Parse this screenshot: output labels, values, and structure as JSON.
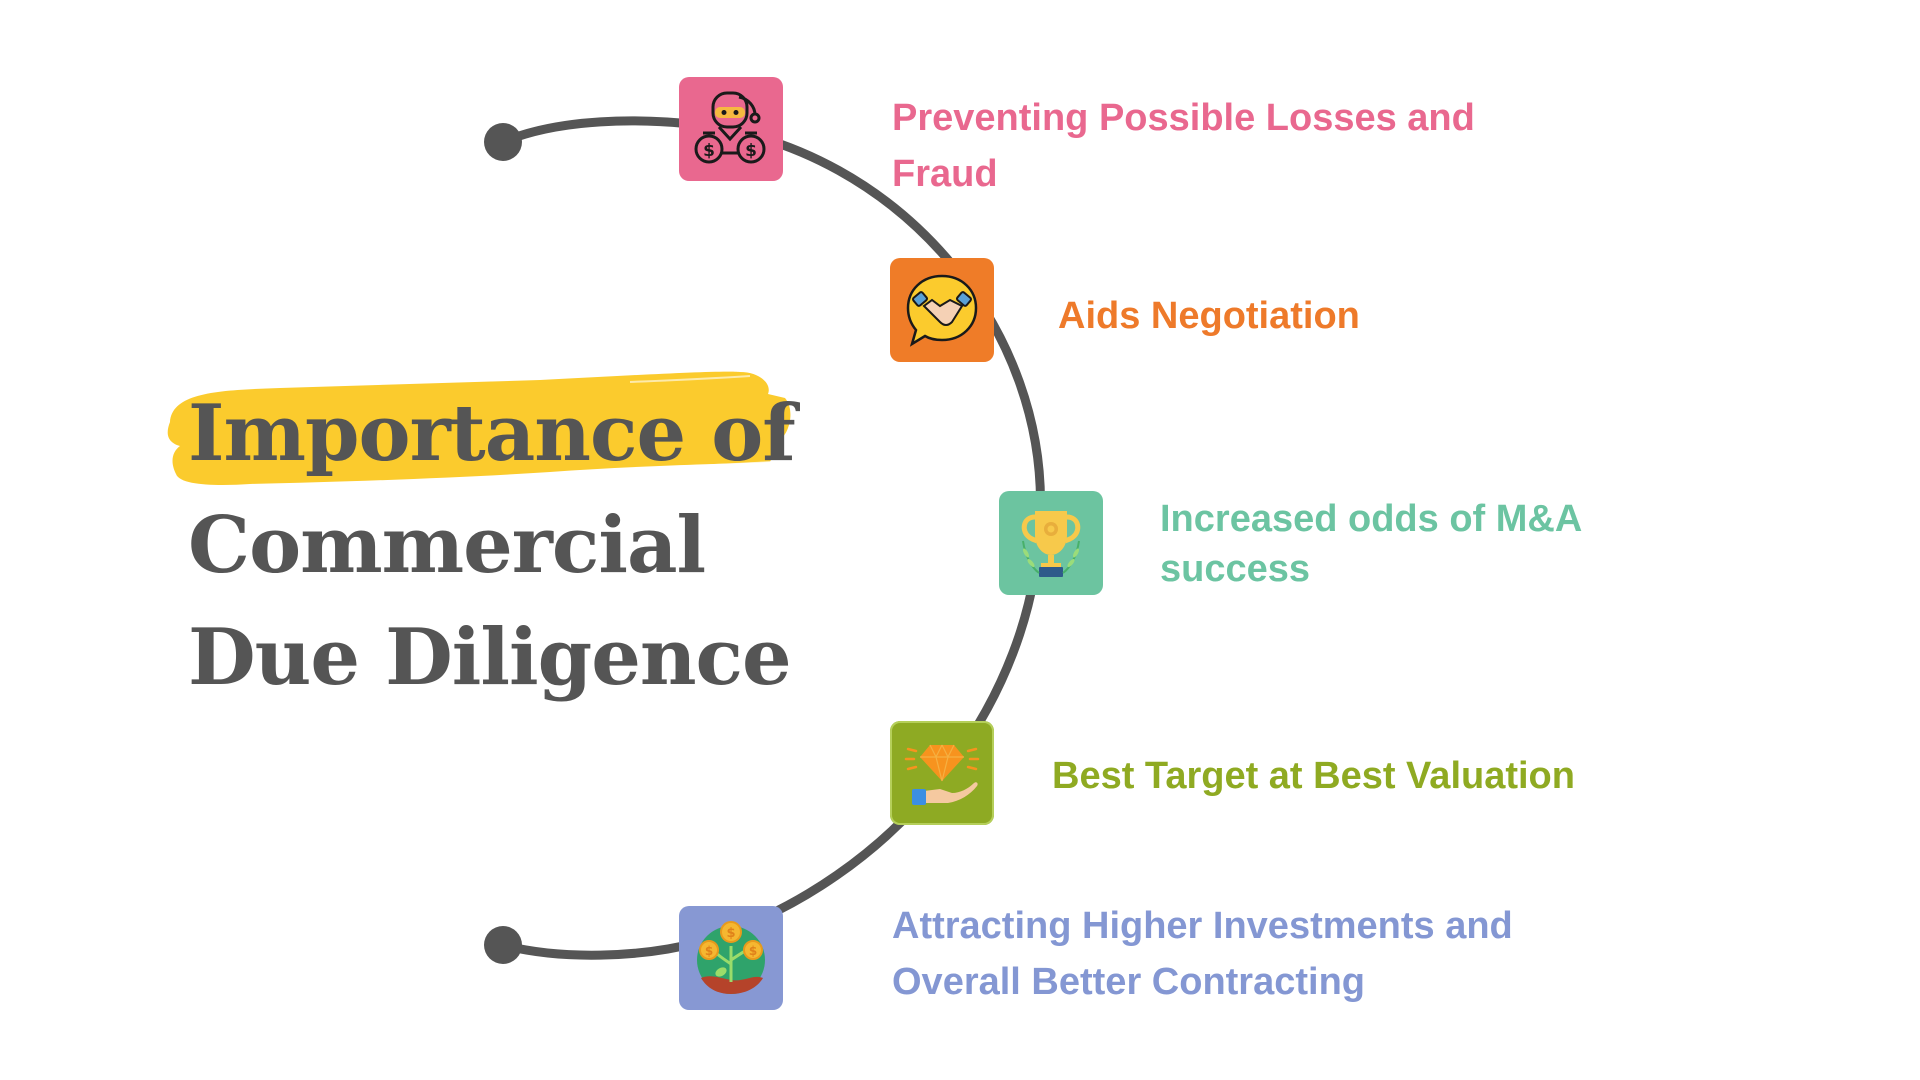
{
  "title": {
    "line1": "Importance of",
    "line2": "Commercial",
    "line3": "Due Diligence",
    "text_color": "#555555",
    "highlight_color": "#FBCB2D"
  },
  "arc": {
    "color": "#555555"
  },
  "items": [
    {
      "label_line1": "Preventing Possible Losses and",
      "label_line2": "Fraud",
      "color": "#E9688F",
      "box_color": "#E9688F",
      "icon": "thief-money-bags-icon"
    },
    {
      "label_line1": "Aids Negotiation",
      "label_line2": "",
      "color": "#EE7A2A",
      "box_color": "#EF7C28",
      "icon": "handshake-speech-bubble-icon"
    },
    {
      "label_line1": "Increased odds of M&A",
      "label_line2": "success",
      "color": "#6CC4A2",
      "box_color": "#6CC4A0",
      "icon": "trophy-icon"
    },
    {
      "label_line1": "Best Target at Best Valuation",
      "label_line2": "",
      "color": "#8FAA22",
      "box_color": "#8EAA23",
      "icon": "diamond-in-hand-icon"
    },
    {
      "label_line1": "Attracting Higher Investments and",
      "label_line2": "Overall Better Contracting",
      "color": "#8497D3",
      "box_color": "#8798D3",
      "icon": "money-plant-icon"
    }
  ]
}
